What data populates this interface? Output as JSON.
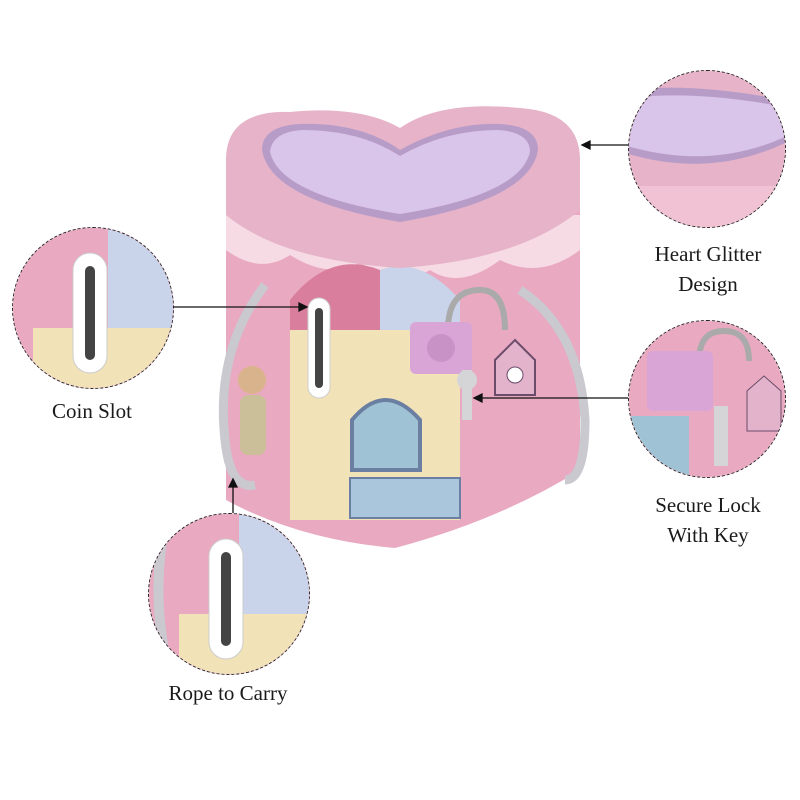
{
  "callouts": {
    "heart_glitter": {
      "line1": "Heart Glitter",
      "line2": "Design"
    },
    "coin_slot": {
      "line1": "Coin Slot"
    },
    "secure_lock": {
      "line1": "Secure Lock",
      "line2": "With Key"
    },
    "rope": {
      "line1": "Rope to Carry"
    }
  },
  "colors": {
    "tin_pink": "#e9a9c0",
    "lid_pink": "#e6b3c8",
    "beads": "#d9c4ea",
    "wall_cream": "#f1e2b8",
    "window_blue": "#9fc3d4",
    "lock_purple": "#d8a5d6"
  }
}
